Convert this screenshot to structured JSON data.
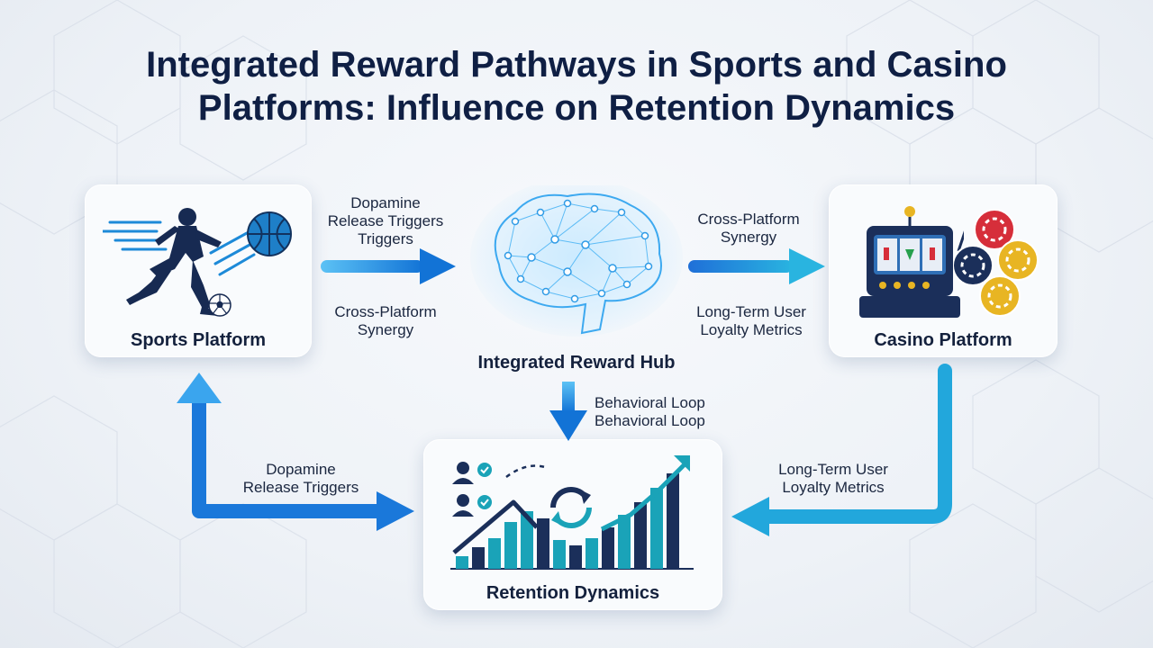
{
  "title_line1": "Integrated Reward Pathways in Sports and Casino",
  "title_line2": "Platforms: Influence on Retention Dynamics",
  "nodes": {
    "sports": "Sports Platform",
    "hub": "Integrated Reward Hub",
    "casino": "Casino Platform",
    "retention": "Retention Dynamics"
  },
  "edges": {
    "sports_to_hub_top": [
      "Dopamine",
      "Release Triggers",
      "Triggers"
    ],
    "sports_to_hub_bottom": [
      "Cross-Platform",
      "Synergy"
    ],
    "hub_to_casino_top": [
      "Cross-Platform",
      "Synergy"
    ],
    "hub_to_casino_bottom": [
      "Long-Term User",
      "Loyalty Metrics"
    ],
    "hub_to_retention": [
      "Behavioral Loop",
      "Behavioral Loop"
    ],
    "sports_to_retention": [
      "Dopamine",
      "Release Triggers"
    ],
    "casino_to_retention": [
      "Long-Term User",
      "Loyalty Metrics"
    ]
  },
  "colors": {
    "title": "#0f1f44",
    "arrow_blue": "#1f7fe0",
    "arrow_cyan": "#1ab3d6",
    "chart_navy": "#1b2f5a",
    "chart_teal": "#1aa3b8"
  },
  "icons": [
    "soccer-player-icon",
    "basketball-icon",
    "soccer-ball-icon",
    "brain-network-icon",
    "slot-machine-icon",
    "casino-chips-icon",
    "users-check-icon",
    "refresh-cycle-icon",
    "growth-bar-chart-icon"
  ]
}
